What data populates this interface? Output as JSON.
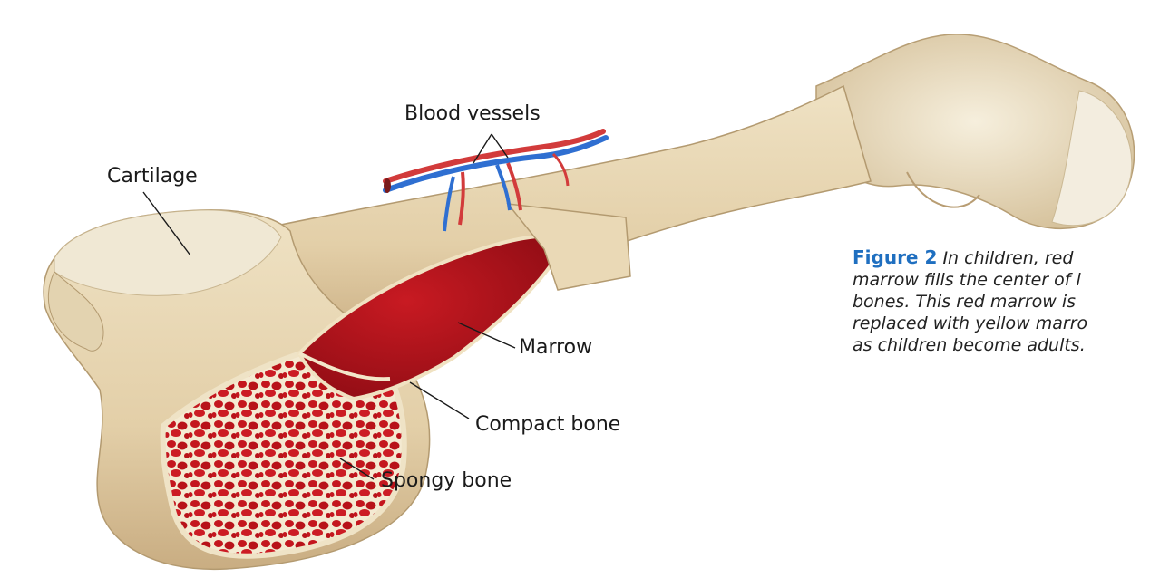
{
  "labels": {
    "blood_vessels": "Blood vessels",
    "cartilage": "Cartilage",
    "marrow": "Marrow",
    "compact_bone": "Compact bone",
    "spongy_bone": "Spongy bone"
  },
  "caption": {
    "figure_number": "Figure 2",
    "lines": [
      "In children, red",
      "marrow fills the center of l",
      "bones. This red marrow is",
      "replaced with yellow marro",
      "as children become adults."
    ]
  },
  "colors": {
    "bone": "#e9d9b8",
    "bone_shadow": "#cdb48a",
    "cartilage": "#f2ebdc",
    "marrow_red": "#b4121b",
    "spongy_bg": "#f5ecd6",
    "artery": "#d23b3b",
    "vein": "#2f6fd1",
    "caption_accent": "#1f6fc0"
  }
}
